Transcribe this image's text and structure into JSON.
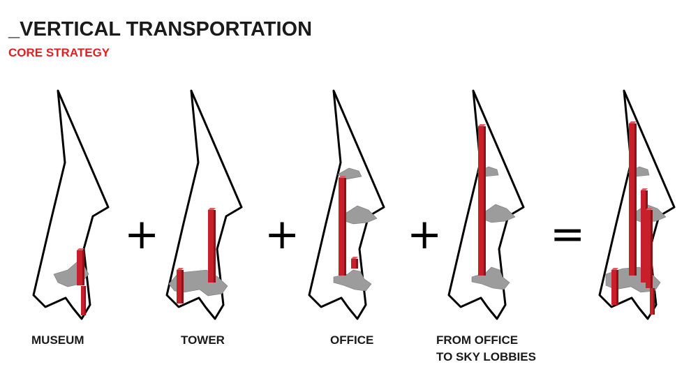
{
  "header": {
    "title": "_VERTICAL TRANSPORTATION",
    "subtitle": "CORE STRATEGY"
  },
  "diagrams": [
    {
      "label": "MUSEUM"
    },
    {
      "label": "TOWER"
    },
    {
      "label": "OFFICE"
    },
    {
      "label_lines": [
        "FROM OFFICE",
        "TO SKY LOBBIES"
      ]
    },
    {
      "label": ""
    }
  ],
  "operators": [
    "+",
    "+",
    "+",
    "="
  ],
  "colors": {
    "core": "#c8202a",
    "core_side": "#8c1218",
    "floor_plate": "#9c9c9c",
    "outline": "#000000",
    "accent_text": "#e02020"
  },
  "icons": [
    "building-outline-icon",
    "core-shaft-icon",
    "floor-plate-icon"
  ]
}
